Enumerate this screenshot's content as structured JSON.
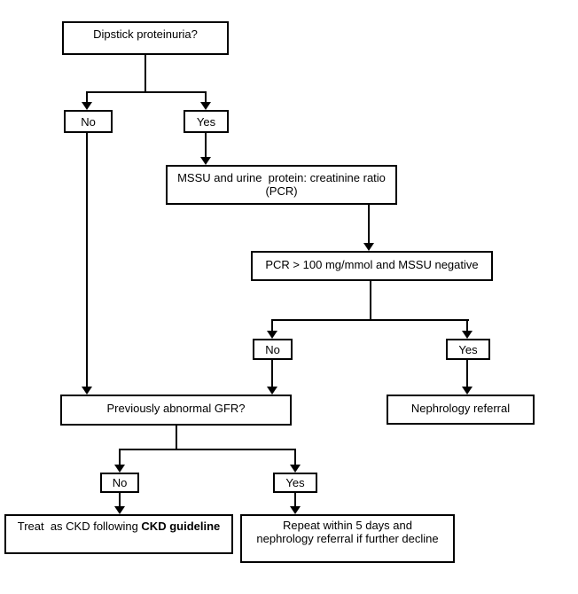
{
  "flowchart": {
    "nodes": {
      "dipstick": {
        "label": "Dipstick proteinuria?"
      },
      "no1": {
        "label": "No"
      },
      "yes1": {
        "label": "Yes"
      },
      "mssu": {
        "label": "MSSU and urine  protein: creatinine ratio\n(PCR)"
      },
      "pcr": {
        "label": "PCR > 100 mg/mmol and MSSU negative"
      },
      "no2": {
        "label": "No"
      },
      "yes2": {
        "label": "Yes"
      },
      "nephrology": {
        "label": "Nephrology referral"
      },
      "gfr": {
        "label": "Previously abnormal GFR?"
      },
      "no3": {
        "label": "No"
      },
      "yes3": {
        "label": "Yes"
      },
      "treat": {
        "text_normal": "Treat  as CKD following ",
        "text_bold": "CKD guideline"
      },
      "repeat": {
        "label": "Repeat within 5 days and\nnephrology referral if further decline"
      }
    },
    "edges": [
      {
        "from": "dipstick",
        "to": "no1"
      },
      {
        "from": "dipstick",
        "to": "yes1"
      },
      {
        "from": "yes1",
        "to": "mssu"
      },
      {
        "from": "mssu",
        "to": "pcr"
      },
      {
        "from": "pcr",
        "to": "no2"
      },
      {
        "from": "pcr",
        "to": "yes2"
      },
      {
        "from": "no2",
        "to": "gfr"
      },
      {
        "from": "yes2",
        "to": "nephrology"
      },
      {
        "from": "no1",
        "to": "gfr"
      },
      {
        "from": "gfr",
        "to": "no3"
      },
      {
        "from": "gfr",
        "to": "yes3"
      },
      {
        "from": "no3",
        "to": "treat"
      },
      {
        "from": "yes3",
        "to": "repeat"
      }
    ],
    "colors": {
      "line": "#000000",
      "box_border": "#000000",
      "box_background": "#ffffff",
      "text": "#000000",
      "page_background": "#ffffff"
    }
  }
}
